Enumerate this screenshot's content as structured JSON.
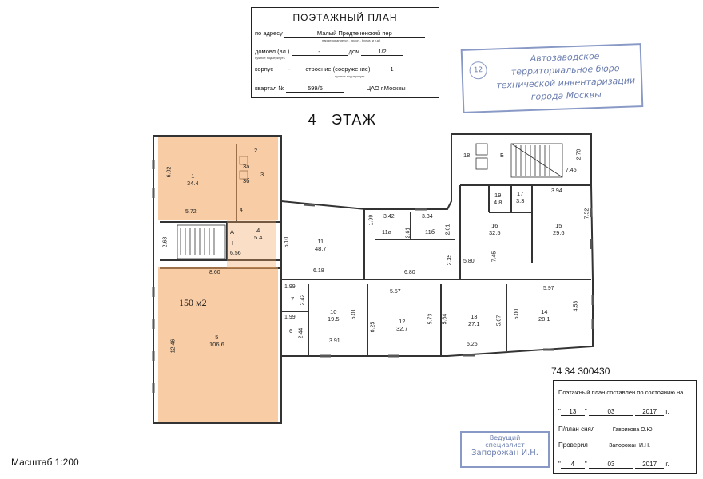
{
  "header": {
    "title": "ПОЭТАЖНЫЙ ПЛАН",
    "address_label": "по адресу",
    "address_value": "Малый Предтеченский пер",
    "address_hint": "наименование ул., просп., бульв. и т.д.)",
    "domovl_label": "домовл.(вл.)",
    "domovl_value": "-",
    "domovl_hint": "нужное подчеркнуть",
    "dom_label": "дом",
    "dom_value": "1/2",
    "korpus_label": "корпус",
    "korpus_value": "-",
    "stroenie_label": "строение (сооружение)",
    "stroenie_value": "1",
    "stroenie_hint": "нужное подчеркнуть",
    "kvartal_label": "квартал №",
    "kvartal_value": "599/6",
    "district": "ЦАО г.Москвы"
  },
  "stamp_bti": {
    "number": "12",
    "lines": [
      "Автозаводское",
      "территориальное бюро",
      "технической инвентаризации",
      "города Москвы"
    ]
  },
  "floor": {
    "number": "4",
    "label": "ЭТАЖ"
  },
  "rooms": [
    {
      "id": "1",
      "area": "34.4"
    },
    {
      "id": "2",
      "area": ""
    },
    {
      "id": "3",
      "area": ""
    },
    {
      "id": "3а",
      "area": ""
    },
    {
      "id": "3б",
      "area": ""
    },
    {
      "id": "4",
      "area": "5.4"
    },
    {
      "id": "А",
      "area": ""
    },
    {
      "id": "I",
      "area": ""
    },
    {
      "id": "5",
      "area": "106.6"
    },
    {
      "id": "6",
      "area": ""
    },
    {
      "id": "7",
      "area": ""
    },
    {
      "id": "10",
      "area": "19.5"
    },
    {
      "id": "11",
      "area": "48.7"
    },
    {
      "id": "11а",
      "area": ""
    },
    {
      "id": "11б",
      "area": ""
    },
    {
      "id": "12",
      "area": "32.7"
    },
    {
      "id": "13",
      "area": "27.1"
    },
    {
      "id": "14",
      "area": "28.1"
    },
    {
      "id": "15",
      "area": "29.6"
    },
    {
      "id": "16",
      "area": "32.5"
    },
    {
      "id": "17",
      "area": "3.3"
    },
    {
      "id": "18",
      "area": ""
    },
    {
      "id": "19",
      "area": "4.8"
    },
    {
      "id": "Б",
      "area": ""
    }
  ],
  "dims": [
    "6.02",
    "5.72",
    "4",
    "2.68",
    "6.56",
    "8.60",
    "12.46",
    "5.10",
    "6.18",
    "1.99",
    "3.42",
    "3.34",
    "2.61",
    "2.61",
    "6.80",
    "2.35",
    "1.99",
    "2.42",
    "1.99",
    "2.44",
    "3.91",
    "5.01",
    "5.57",
    "6.25",
    "5.73",
    "5.64",
    "5.07",
    "5.25",
    "5.00",
    "5.97",
    "4.53",
    "5.80",
    "7.45",
    "3.94",
    "7.52",
    "2.70",
    "7.45"
  ],
  "highlight_label": "150 м2",
  "scale": "Масштаб 1:200",
  "code": "74 34 300430",
  "date_box": {
    "title": "Поэтажный план составлен по состоянию на",
    "day1": "13",
    "month1": "03",
    "year1": "2017",
    "g1": "г.",
    "drawn_label": "П/план снял",
    "drawn_value": "Гаврикова О.Ю.",
    "checked_label": "Проверил",
    "checked_value": "Запорожан И.Н.",
    "day2": "4",
    "month2": "03",
    "year2": "2017",
    "g2": "г."
  },
  "stamp_specialist": [
    "Ведущий",
    "специалист",
    "Запорожан И.Н."
  ]
}
